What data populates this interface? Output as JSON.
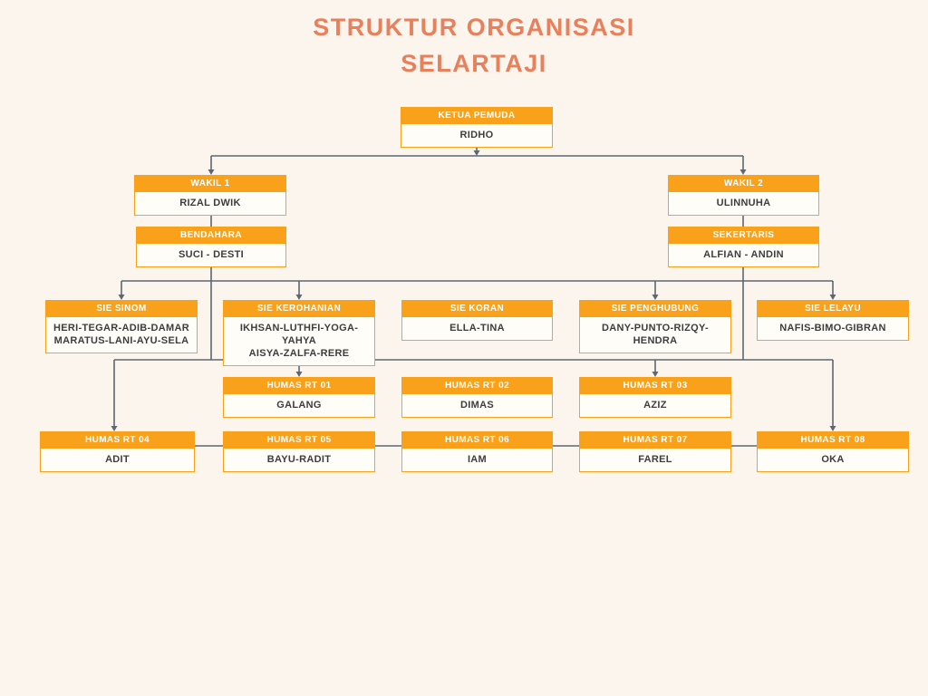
{
  "title": {
    "line1": "STRUKTUR ORGANISASI",
    "line2": "SELARTAJI"
  },
  "colors": {
    "background": "#FBF5EE",
    "accent-orange": "#F9A11B",
    "title-salmon": "#E8805C",
    "box-fill": "#FFFDF7",
    "name-ink": "#3D3D3D",
    "connector-gray": "#5E6670",
    "header-text": "#FFFFFF"
  },
  "nodes": [
    {
      "id": "ketua",
      "role": "KETUA PEMUDA",
      "names": [
        "RIDHO"
      ]
    },
    {
      "id": "wakil1",
      "role": "WAKIL 1",
      "names": [
        "RIZAL DWIK"
      ]
    },
    {
      "id": "wakil2",
      "role": "WAKIL 2",
      "names": [
        "ULINNUHA"
      ]
    },
    {
      "id": "bendahara",
      "role": "BENDAHARA",
      "names": [
        "SUCI  - DESTI"
      ]
    },
    {
      "id": "sekertaris",
      "role": "SEKERTARIS",
      "names": [
        "ALFIAN - ANDIN"
      ]
    },
    {
      "id": "sie-sinom",
      "role": "SIE SINOM",
      "names": [
        "HERI-TEGAR-ADIB-DAMAR",
        "MARATUS-LANI-AYU-SELA"
      ]
    },
    {
      "id": "sie-kerohanian",
      "role": "SIE KEROHANIAN",
      "names": [
        "IKHSAN-LUTHFI-YOGA-YAHYA",
        "AISYA-ZALFA-RERE"
      ]
    },
    {
      "id": "sie-koran",
      "role": "SIE KORAN",
      "names": [
        "ELLA-TINA"
      ]
    },
    {
      "id": "sie-penghubung",
      "role": "SIE PENGHUBUNG",
      "names": [
        "DANY-PUNTO-RIZQY-HENDRA"
      ]
    },
    {
      "id": "sie-lelayu",
      "role": "SIE LELAYU",
      "names": [
        "NAFIS-BIMO-GIBRAN"
      ]
    },
    {
      "id": "humas-rt-01",
      "role": "HUMAS RT 01",
      "names": [
        "GALANG"
      ]
    },
    {
      "id": "humas-rt-02",
      "role": "HUMAS RT 02",
      "names": [
        "DIMAS"
      ]
    },
    {
      "id": "humas-rt-03",
      "role": "HUMAS RT 03",
      "names": [
        "AZIZ"
      ]
    },
    {
      "id": "humas-rt-04",
      "role": "HUMAS RT 04",
      "names": [
        "ADIT"
      ]
    },
    {
      "id": "humas-rt-05",
      "role": "HUMAS RT 05",
      "names": [
        "BAYU-RADIT"
      ]
    },
    {
      "id": "humas-rt-06",
      "role": "HUMAS RT 06",
      "names": [
        "IAM"
      ]
    },
    {
      "id": "humas-rt-07",
      "role": "HUMAS RT 07",
      "names": [
        "FAREL"
      ]
    },
    {
      "id": "humas-rt-08",
      "role": "HUMAS RT 08",
      "names": [
        "OKA"
      ]
    }
  ]
}
